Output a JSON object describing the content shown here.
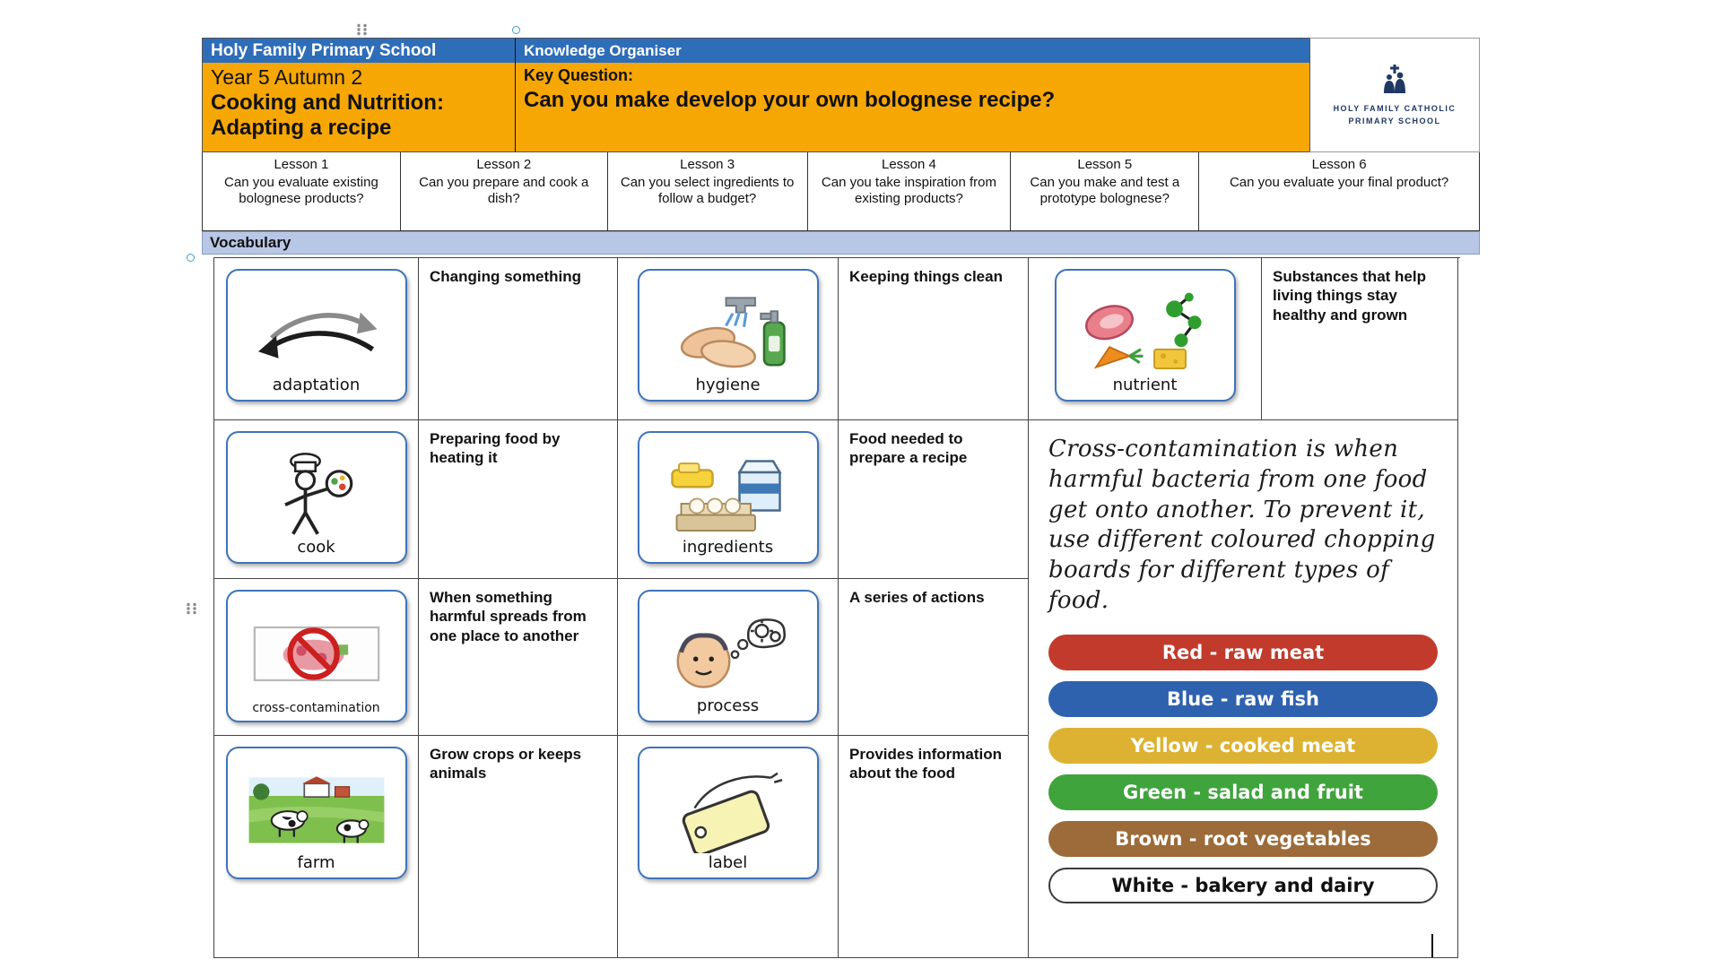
{
  "header": {
    "school_name": "Holy Family Primary School",
    "doc_type": "Knowledge Organiser",
    "year_term": "Year 5 Autumn 2",
    "subject_line1": "Cooking and Nutrition:",
    "subject_line2": "Adapting a recipe",
    "key_question_label": "Key Question:",
    "key_question": "Can you make develop your own bolognese recipe?",
    "logo_line1": "HOLY FAMILY CATHOLIC",
    "logo_line2": "PRIMARY SCHOOL",
    "logo_icon": "school-crest-icon"
  },
  "lessons": [
    {
      "title": "Lesson 1",
      "question": "Can you evaluate existing bolognese products?"
    },
    {
      "title": "Lesson 2",
      "question": "Can you prepare and cook a dish?"
    },
    {
      "title": "Lesson 3",
      "question": "Can you select ingredients to follow a budget?"
    },
    {
      "title": "Lesson 4",
      "question": "Can you take inspiration from existing products?"
    },
    {
      "title": "Lesson 5",
      "question": "Can you make and test a prototype bolognese?"
    },
    {
      "title": "Lesson 6",
      "question": "Can you evaluate your final product?"
    }
  ],
  "vocabulary": {
    "section_title": "Vocabulary",
    "terms": [
      {
        "word": "adaptation",
        "definition": "Changing something",
        "icon": "curved-arrows-icon"
      },
      {
        "word": "hygiene",
        "definition": "Keeping things clean",
        "icon": "hand-washing-icon"
      },
      {
        "word": "nutrient",
        "definition": "Substances that help living things stay healthy and grown",
        "icon": "food-molecule-icon"
      },
      {
        "word": "cook",
        "definition": "Preparing food by heating it",
        "icon": "chef-figure-icon"
      },
      {
        "word": "ingredients",
        "definition": "Food needed to prepare a recipe",
        "icon": "butter-eggs-milk-icon"
      },
      {
        "word": "cross-contamination",
        "definition": "When something harmful spreads from one place to another",
        "icon": "prohibited-food-icon"
      },
      {
        "word": "process",
        "definition": "A series of actions",
        "icon": "thinking-gears-icon"
      },
      {
        "word": "farm",
        "definition": "Grow crops or keeps animals",
        "icon": "farm-scene-icon"
      },
      {
        "word": "label",
        "definition": "Provides information about the food",
        "icon": "price-tag-icon"
      }
    ],
    "cross_contamination_note": "Cross-contamination is when harmful bacteria from one food get onto another. To prevent it, use different coloured chopping boards for different types of food.",
    "chopping_boards": [
      {
        "label": "Red - raw meat",
        "color": "#c23a2b",
        "text_color": "#ffffff"
      },
      {
        "label": "Blue - raw fish",
        "color": "#2e62ae",
        "text_color": "#ffffff"
      },
      {
        "label": "Yellow - cooked meat",
        "color": "#ddb233",
        "text_color": "#ffffff"
      },
      {
        "label": "Green - salad and fruit",
        "color": "#3fa43c",
        "text_color": "#ffffff"
      },
      {
        "label": "Brown - root vegetables",
        "color": "#9c6b39",
        "text_color": "#ffffff"
      },
      {
        "label": "White - bakery and dairy",
        "color": "#ffffff",
        "text_color": "#111111"
      }
    ]
  },
  "colors": {
    "header_blue": "#2e6db8",
    "header_orange": "#f6a704",
    "vocab_bar": "#b9c7e6",
    "card_border": "#3f74b8",
    "logo_navy": "#1f3864"
  }
}
